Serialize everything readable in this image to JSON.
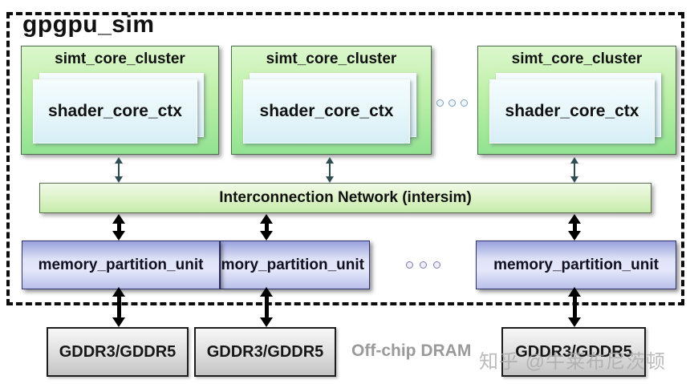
{
  "title": "gpgpu_sim",
  "clusters": [
    {
      "label": "simt_core_cluster",
      "core_label": "shader_core_ctx"
    },
    {
      "label": "simt_core_cluster",
      "core_label": "shader_core_ctx"
    },
    {
      "label": "simt_core_cluster",
      "core_label": "shader_core_ctx"
    }
  ],
  "interconnect_label": "Interconnection Network (intersim)",
  "memory_units": [
    {
      "label": "memory_partition_unit",
      "clipped": false
    },
    {
      "label": "memory_partition_unit",
      "clipped": true
    },
    {
      "label": "memory_partition_unit",
      "clipped": false
    }
  ],
  "dram_chips": [
    {
      "label": "GDDR3/GDDR5"
    },
    {
      "label": "GDDR3/GDDR5"
    },
    {
      "label": "GDDR3/GDDR5"
    }
  ],
  "offchip_label": "Off-chip DRAM",
  "watermark": "知乎 @牛莱布尼茨顿",
  "colors": {
    "cluster_green_top": "#dcf7cd",
    "cluster_green_bottom": "#92e292",
    "shader_cyan_top": "#f4fcfe",
    "shader_cyan_bottom": "#d6eef5",
    "interconnect_green_top": "#f0fae8",
    "interconnect_green_bottom": "#c6ecab",
    "memory_purple_dark": "#98a1dc",
    "memory_purple_light": "#e4e7f9",
    "dram_gray_top": "#f7f7f7",
    "dram_gray_bottom": "#c4c4c4",
    "arrow_thin": "#2e4d52",
    "arrow_thick": "#000000",
    "watermark_gray": "#ababab"
  }
}
